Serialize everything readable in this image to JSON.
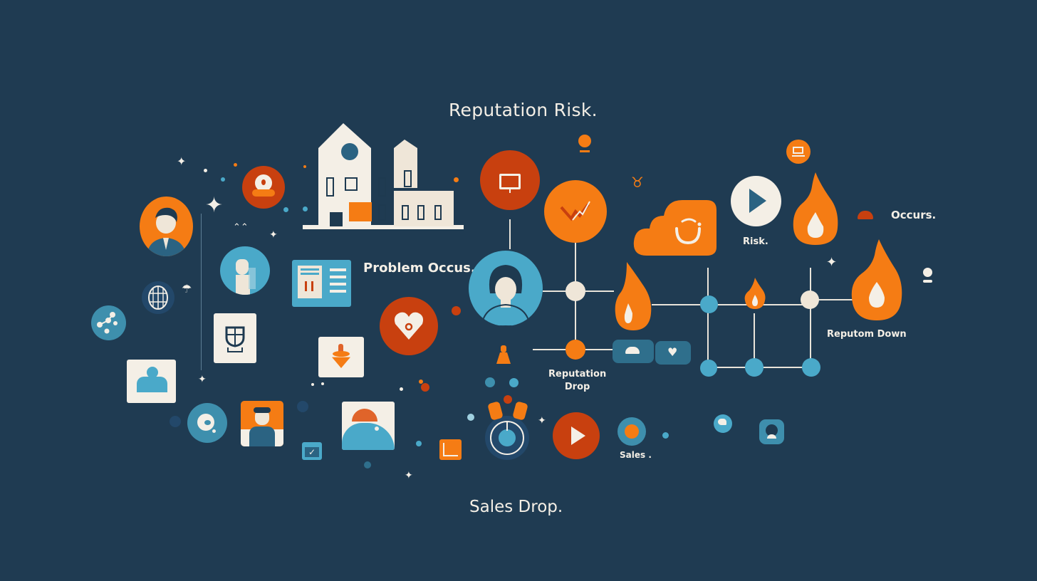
{
  "colors": {
    "background": "#1f3b52",
    "orange": "#f57c14",
    "red_orange": "#c8400f",
    "teal": "#4aa9c9",
    "dark_teal": "#2f6f8c",
    "cream": "#f4efe6",
    "navy": "#1e3a50"
  },
  "labels": {
    "title": "Reputation Risk.",
    "problem": "Problem Occus.",
    "risk": "Risk.",
    "occurs": "Occurs.",
    "reputom_down": "Reputom Down",
    "reputation_drop_line1": "Reputation",
    "reputation_drop_line2": "Drop",
    "sales_small": "Sales .",
    "sales_drop": "Sales Drop."
  },
  "icons": [
    "woman-avatar-icon",
    "camera-bubble-icon",
    "sparkle-icon",
    "man-avatar-icon",
    "globe-icon",
    "network-nodes-icon",
    "folder-document-icon",
    "shield-window-icon",
    "person-card-icon",
    "spinning-top-icon",
    "heart-pin-icon",
    "g-logo-icon",
    "man-avatar-square-icon",
    "check-window-icon",
    "image-card-icon",
    "chart-square-icon",
    "dial-icon",
    "play-button-icon",
    "target-icon",
    "building-icon",
    "presentation-icon",
    "trend-chart-icon",
    "woman-avatar-large-icon",
    "cloud-smile-icon",
    "play-cream-icon",
    "flame-icon",
    "laptop-icon",
    "alarm-icon",
    "bird-badge-icon",
    "user-badge-icon",
    "lightbulb-icon",
    "hat-icon"
  ]
}
